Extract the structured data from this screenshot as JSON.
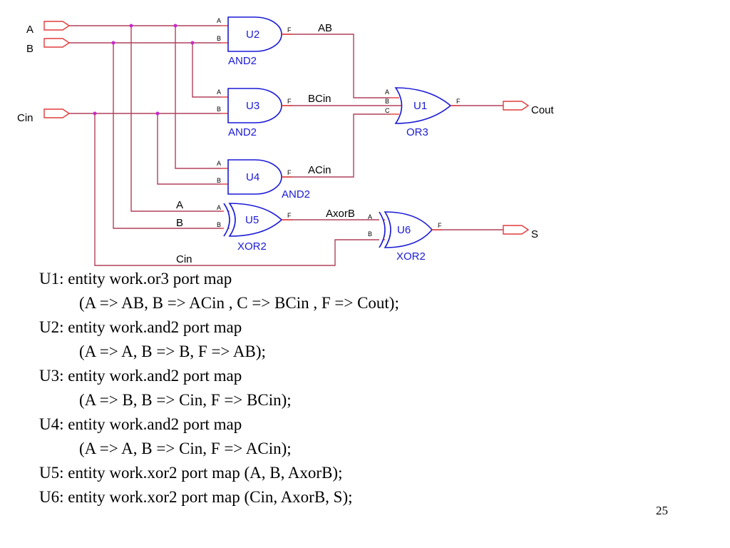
{
  "colors": {
    "wire": "#b0405c",
    "gate": "#1a1ad6",
    "port": "#e23b3b",
    "junction": "#c82ac8",
    "text": "#000000"
  },
  "inputs": {
    "a": "A",
    "b": "B",
    "cin": "Cin"
  },
  "outputs": {
    "cout": "Cout",
    "s": "S"
  },
  "gates": {
    "u2": {
      "name": "U2",
      "type": "AND2",
      "pin_a": "A",
      "pin_b": "B",
      "pin_f": "F"
    },
    "u3": {
      "name": "U3",
      "type": "AND2",
      "pin_a": "A",
      "pin_b": "B",
      "pin_f": "F"
    },
    "u4": {
      "name": "U4",
      "type": "AND2",
      "pin_a": "A",
      "pin_b": "B",
      "pin_f": "F"
    },
    "u1": {
      "name": "U1",
      "type": "OR3",
      "pin_a": "A",
      "pin_b": "B",
      "pin_c": "C",
      "pin_f": "F"
    },
    "u5": {
      "name": "U5",
      "type": "XOR2",
      "pin_a": "A",
      "pin_b": "B",
      "pin_f": "F"
    },
    "u6": {
      "name": "U6",
      "type": "XOR2",
      "pin_a": "A",
      "pin_b": "B",
      "pin_f": "F"
    }
  },
  "signals": {
    "ab": "AB",
    "bcin": "BCin",
    "acin": "ACin",
    "axorb": "AxorB",
    "a": "A",
    "b": "B",
    "cin": "Cin"
  },
  "code_lines": [
    {
      "text": "U1: entity work.or3 port map",
      "indent": false
    },
    {
      "text": "(A => AB, B => ACin , C => BCin , F => Cout);",
      "indent": true
    },
    {
      "text": "U2: entity work.and2 port map",
      "indent": false
    },
    {
      "text": "(A => A, B => B, F => AB);",
      "indent": true
    },
    {
      "text": "U3: entity work.and2 port map",
      "indent": false
    },
    {
      "text": "(A => B, B => Cin, F => BCin);",
      "indent": true
    },
    {
      "text": "U4: entity work.and2 port map",
      "indent": false
    },
    {
      "text": "(A => A, B => Cin, F => ACin);",
      "indent": true
    },
    {
      "text": "U5: entity work.xor2 port map (A, B, AxorB);",
      "indent": false
    },
    {
      "text": "U6: entity work.xor2 port map (Cin, AxorB, S);",
      "indent": false
    }
  ],
  "page_number": "25"
}
